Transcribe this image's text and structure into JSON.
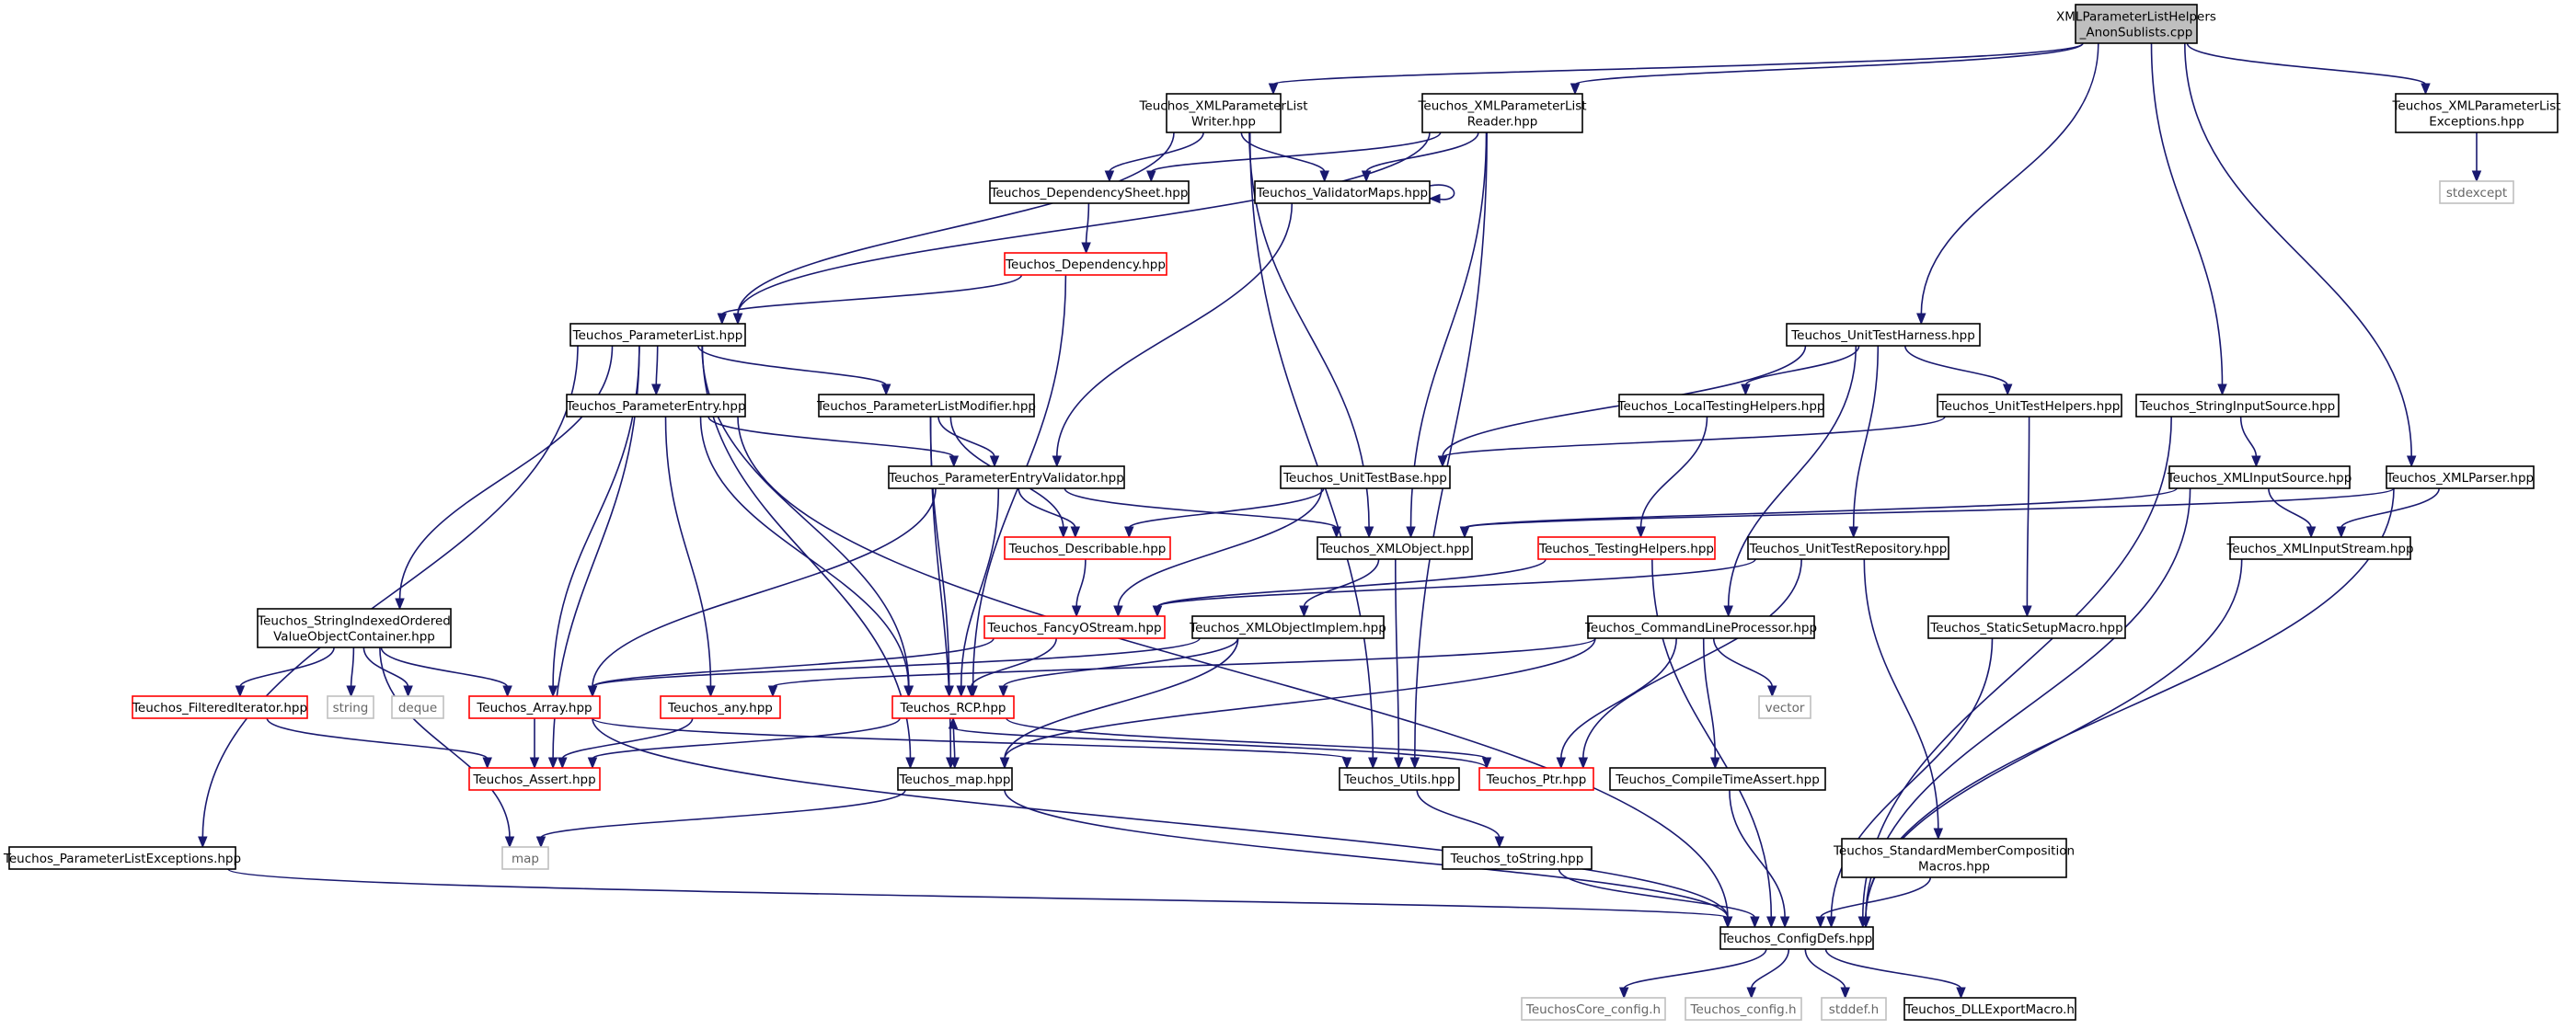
{
  "diagram": {
    "type": "include-dependency-graph",
    "colors": {
      "root_fill": "#bfbfbf",
      "node_border": "#000000",
      "undocumented_border": "#ff0000",
      "system_border": "#bfbfbf",
      "system_text": "#666666",
      "edge": "#191970"
    },
    "nodes": [
      {
        "id": "root",
        "lines": [
          "XMLParameterListHelpers",
          "_AnonSublists.cpp"
        ],
        "kind": "root"
      },
      {
        "id": "xmlplwriter",
        "lines": [
          "Teuchos_XMLParameterList",
          "Writer.hpp"
        ],
        "kind": "normal"
      },
      {
        "id": "xmlplreader",
        "lines": [
          "Teuchos_XMLParameterList",
          "Reader.hpp"
        ],
        "kind": "normal"
      },
      {
        "id": "xmlplexc",
        "lines": [
          "Teuchos_XMLParameterList",
          "Exceptions.hpp"
        ],
        "kind": "normal"
      },
      {
        "id": "stdexcept",
        "lines": [
          "stdexcept"
        ],
        "kind": "system"
      },
      {
        "id": "depsheet",
        "lines": [
          "Teuchos_DependencySheet.hpp"
        ],
        "kind": "normal"
      },
      {
        "id": "valmaps",
        "lines": [
          "Teuchos_ValidatorMaps.hpp"
        ],
        "kind": "normal"
      },
      {
        "id": "dependency",
        "lines": [
          "Teuchos_Dependency.hpp"
        ],
        "kind": "red"
      },
      {
        "id": "paramlist",
        "lines": [
          "Teuchos_ParameterList.hpp"
        ],
        "kind": "normal"
      },
      {
        "id": "unittestharness",
        "lines": [
          "Teuchos_UnitTestHarness.hpp"
        ],
        "kind": "normal"
      },
      {
        "id": "paramentry",
        "lines": [
          "Teuchos_ParameterEntry.hpp"
        ],
        "kind": "normal"
      },
      {
        "id": "plmodifier",
        "lines": [
          "Teuchos_ParameterListModifier.hpp"
        ],
        "kind": "normal"
      },
      {
        "id": "localtesting",
        "lines": [
          "Teuchos_LocalTestingHelpers.hpp"
        ],
        "kind": "normal"
      },
      {
        "id": "unittesthelpers",
        "lines": [
          "Teuchos_UnitTestHelpers.hpp"
        ],
        "kind": "normal"
      },
      {
        "id": "stringinputsource",
        "lines": [
          "Teuchos_StringInputSource.hpp"
        ],
        "kind": "normal"
      },
      {
        "id": "pevalidator",
        "lines": [
          "Teuchos_ParameterEntryValidator.hpp"
        ],
        "kind": "normal"
      },
      {
        "id": "unittestbase",
        "lines": [
          "Teuchos_UnitTestBase.hpp"
        ],
        "kind": "normal"
      },
      {
        "id": "xmlinputsource",
        "lines": [
          "Teuchos_XMLInputSource.hpp"
        ],
        "kind": "normal"
      },
      {
        "id": "xmlparser",
        "lines": [
          "Teuchos_XMLParser.hpp"
        ],
        "kind": "normal"
      },
      {
        "id": "describable",
        "lines": [
          "Teuchos_Describable.hpp"
        ],
        "kind": "red"
      },
      {
        "id": "xmlobject",
        "lines": [
          "Teuchos_XMLObject.hpp"
        ],
        "kind": "normal"
      },
      {
        "id": "testinghelpers",
        "lines": [
          "Teuchos_TestingHelpers.hpp"
        ],
        "kind": "red"
      },
      {
        "id": "unittestrepo",
        "lines": [
          "Teuchos_UnitTestRepository.hpp"
        ],
        "kind": "normal"
      },
      {
        "id": "xmlinputstream",
        "lines": [
          "Teuchos_XMLInputStream.hpp"
        ],
        "kind": "normal"
      },
      {
        "id": "sivoc",
        "lines": [
          "Teuchos_StringIndexedOrdered",
          "ValueObjectContainer.hpp"
        ],
        "kind": "normal"
      },
      {
        "id": "fancyostream",
        "lines": [
          "Teuchos_FancyOStream.hpp"
        ],
        "kind": "red"
      },
      {
        "id": "xmlobjectimpl",
        "lines": [
          "Teuchos_XMLObjectImplem.hpp"
        ],
        "kind": "normal"
      },
      {
        "id": "cmdlineproc",
        "lines": [
          "Teuchos_CommandLineProcessor.hpp"
        ],
        "kind": "normal"
      },
      {
        "id": "staticsetup",
        "lines": [
          "Teuchos_StaticSetupMacro.hpp"
        ],
        "kind": "normal"
      },
      {
        "id": "filterediter",
        "lines": [
          "Teuchos_FilteredIterator.hpp"
        ],
        "kind": "red"
      },
      {
        "id": "string",
        "lines": [
          "string"
        ],
        "kind": "system"
      },
      {
        "id": "deque",
        "lines": [
          "deque"
        ],
        "kind": "system"
      },
      {
        "id": "array",
        "lines": [
          "Teuchos_Array.hpp"
        ],
        "kind": "red"
      },
      {
        "id": "any",
        "lines": [
          "Teuchos_any.hpp"
        ],
        "kind": "red"
      },
      {
        "id": "rcp",
        "lines": [
          "Teuchos_RCP.hpp"
        ],
        "kind": "red"
      },
      {
        "id": "vector",
        "lines": [
          "vector"
        ],
        "kind": "system"
      },
      {
        "id": "assert",
        "lines": [
          "Teuchos_Assert.hpp"
        ],
        "kind": "red"
      },
      {
        "id": "tmap",
        "lines": [
          "Teuchos_map.hpp"
        ],
        "kind": "normal"
      },
      {
        "id": "utils",
        "lines": [
          "Teuchos_Utils.hpp"
        ],
        "kind": "normal"
      },
      {
        "id": "ptr",
        "lines": [
          "Teuchos_Ptr.hpp"
        ],
        "kind": "red"
      },
      {
        "id": "compiletimeassert",
        "lines": [
          "Teuchos_CompileTimeAssert.hpp"
        ],
        "kind": "normal"
      },
      {
        "id": "plexceptions",
        "lines": [
          "Teuchos_ParameterListExceptions.hpp"
        ],
        "kind": "normal"
      },
      {
        "id": "map",
        "lines": [
          "map"
        ],
        "kind": "system"
      },
      {
        "id": "tostring",
        "lines": [
          "Teuchos_toString.hpp"
        ],
        "kind": "normal"
      },
      {
        "id": "stdmembercomp",
        "lines": [
          "Teuchos_StandardMemberComposition",
          "Macros.hpp"
        ],
        "kind": "normal"
      },
      {
        "id": "configdefs",
        "lines": [
          "Teuchos_ConfigDefs.hpp"
        ],
        "kind": "normal"
      },
      {
        "id": "corecfg",
        "lines": [
          "TeuchosCore_config.h"
        ],
        "kind": "system"
      },
      {
        "id": "teuchoscfg",
        "lines": [
          "Teuchos_config.h"
        ],
        "kind": "system"
      },
      {
        "id": "stddef",
        "lines": [
          "stddef.h"
        ],
        "kind": "system"
      },
      {
        "id": "dllexport",
        "lines": [
          "Teuchos_DLLExportMacro.h"
        ],
        "kind": "normal"
      }
    ],
    "edges": [
      [
        "root",
        "xmlplwriter"
      ],
      [
        "root",
        "xmlplreader"
      ],
      [
        "root",
        "unittestharness"
      ],
      [
        "root",
        "stringinputsource"
      ],
      [
        "root",
        "xmlparser"
      ],
      [
        "root",
        "xmlplexc"
      ],
      [
        "xmlplexc",
        "stdexcept"
      ],
      [
        "xmlplwriter",
        "paramlist"
      ],
      [
        "xmlplwriter",
        "depsheet"
      ],
      [
        "xmlplwriter",
        "valmaps"
      ],
      [
        "xmlplwriter",
        "xmlobject"
      ],
      [
        "xmlplwriter",
        "utils"
      ],
      [
        "xmlplreader",
        "depsheet"
      ],
      [
        "xmlplreader",
        "valmaps"
      ],
      [
        "xmlplreader",
        "paramlist"
      ],
      [
        "xmlplreader",
        "xmlobject"
      ],
      [
        "xmlplreader",
        "utils"
      ],
      [
        "valmaps",
        "valmaps"
      ],
      [
        "valmaps",
        "pevalidator"
      ],
      [
        "depsheet",
        "dependency"
      ],
      [
        "dependency",
        "paramlist"
      ],
      [
        "dependency",
        "rcp"
      ],
      [
        "paramlist",
        "paramentry"
      ],
      [
        "paramlist",
        "plmodifier"
      ],
      [
        "paramlist",
        "sivoc"
      ],
      [
        "paramlist",
        "plexceptions"
      ],
      [
        "paramlist",
        "assert"
      ],
      [
        "paramlist",
        "array"
      ],
      [
        "paramlist",
        "tmap"
      ],
      [
        "paramlist",
        "rcp"
      ],
      [
        "paramentry",
        "pevalidator"
      ],
      [
        "paramentry",
        "any"
      ],
      [
        "paramentry",
        "rcp"
      ],
      [
        "paramentry",
        "configdefs"
      ],
      [
        "plmodifier",
        "pevalidator"
      ],
      [
        "plmodifier",
        "describable"
      ],
      [
        "plmodifier",
        "rcp"
      ],
      [
        "plmodifier",
        "tmap"
      ],
      [
        "pevalidator",
        "describable"
      ],
      [
        "pevalidator",
        "xmlobject"
      ],
      [
        "pevalidator",
        "array"
      ],
      [
        "pevalidator",
        "rcp"
      ],
      [
        "unittestharness",
        "localtesting"
      ],
      [
        "unittestharness",
        "unittesthelpers"
      ],
      [
        "unittestharness",
        "unittestbase"
      ],
      [
        "unittestharness",
        "unittestrepo"
      ],
      [
        "unittestharness",
        "cmdlineproc"
      ],
      [
        "localtesting",
        "testinghelpers"
      ],
      [
        "unittesthelpers",
        "unittestbase"
      ],
      [
        "unittesthelpers",
        "staticsetup"
      ],
      [
        "unittestbase",
        "describable"
      ],
      [
        "unittestbase",
        "fancyostream"
      ],
      [
        "describable",
        "fancyostream"
      ],
      [
        "testinghelpers",
        "fancyostream"
      ],
      [
        "testinghelpers",
        "configdefs"
      ],
      [
        "unittestrepo",
        "fancyostream"
      ],
      [
        "unittestrepo",
        "ptr"
      ],
      [
        "unittestrepo",
        "stdmembercomp"
      ],
      [
        "stringinputsource",
        "xmlinputsource"
      ],
      [
        "stringinputsource",
        "configdefs"
      ],
      [
        "xmlinputsource",
        "xmlobject"
      ],
      [
        "xmlinputsource",
        "xmlinputstream"
      ],
      [
        "xmlinputsource",
        "configdefs"
      ],
      [
        "xmlparser",
        "xmlobject"
      ],
      [
        "xmlparser",
        "xmlinputstream"
      ],
      [
        "xmlparser",
        "configdefs"
      ],
      [
        "xmlinputstream",
        "configdefs"
      ],
      [
        "xmlobject",
        "xmlobjectimpl"
      ],
      [
        "xmlobject",
        "utils"
      ],
      [
        "xmlobjectimpl",
        "array"
      ],
      [
        "xmlobjectimpl",
        "rcp"
      ],
      [
        "xmlobjectimpl",
        "tmap"
      ],
      [
        "fancyostream",
        "array"
      ],
      [
        "fancyostream",
        "rcp"
      ],
      [
        "cmdlineproc",
        "any"
      ],
      [
        "cmdlineproc",
        "tmap"
      ],
      [
        "cmdlineproc",
        "ptr"
      ],
      [
        "cmdlineproc",
        "vector"
      ],
      [
        "cmdlineproc",
        "compiletimeassert"
      ],
      [
        "sivoc",
        "filterediter"
      ],
      [
        "sivoc",
        "string"
      ],
      [
        "sivoc",
        "deque"
      ],
      [
        "sivoc",
        "array"
      ],
      [
        "sivoc",
        "map"
      ],
      [
        "filterediter",
        "assert"
      ],
      [
        "array",
        "assert"
      ],
      [
        "array",
        "utils"
      ],
      [
        "array",
        "configdefs"
      ],
      [
        "any",
        "assert"
      ],
      [
        "rcp",
        "assert"
      ],
      [
        "rcp",
        "tmap"
      ],
      [
        "rcp",
        "ptr"
      ],
      [
        "ptr",
        "rcp"
      ],
      [
        "tmap",
        "map"
      ],
      [
        "tmap",
        "configdefs"
      ],
      [
        "utils",
        "tostring"
      ],
      [
        "tostring",
        "configdefs"
      ],
      [
        "compiletimeassert",
        "configdefs"
      ],
      [
        "stdmembercomp",
        "configdefs"
      ],
      [
        "staticsetup",
        "configdefs"
      ],
      [
        "plexceptions",
        "configdefs"
      ],
      [
        "configdefs",
        "corecfg"
      ],
      [
        "configdefs",
        "teuchoscfg"
      ],
      [
        "configdefs",
        "stddef"
      ],
      [
        "configdefs",
        "dllexport"
      ]
    ]
  }
}
